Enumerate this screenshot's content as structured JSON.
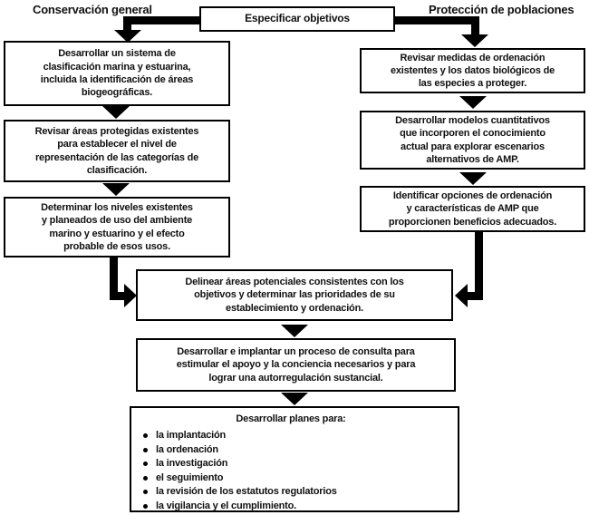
{
  "headers": {
    "left": "Conservación general",
    "right": "Protección de poblaciones"
  },
  "boxes": {
    "objectives": "Especificar objetivos",
    "left": [
      "Desarrollar un sistema de\nclasificación marina y estuarina,\nincluida la identificación de áreas\nbiogeográficas.",
      "Revisar áreas protegidas existentes\npara establecer el nivel de\nrepresentación de las categorías de\nclasificación.",
      "Determinar los niveles existentes\ny planeados de uso del ambiente\nmarino y estuarino y el efecto\nprobable de esos usos."
    ],
    "right": [
      "Revisar medidas de ordenación\nexistentes y los datos biológicos de\nlas especies a proteger.",
      "Desarrollar modelos cuantitativos\nque incorporen el conocimiento\nactual para explorar escenarios\nalternativos de AMP.",
      "Identificar opciones de ordenación\ny características de AMP que\nproporcionen beneficios adecuados."
    ],
    "center": [
      "Delinear áreas potenciales consistentes con los\nobjetivos y determinar las prioridades de su\nestablecimiento y ordenación.",
      "Desarrollar e implantar un proceso de consulta para\nestimular el apoyo y la conciencia necesarios y para\nlograr una autorregulación sustancial."
    ],
    "plans": {
      "title": "Desarrollar planes para:",
      "items": [
        "la implantación",
        "la ordenación",
        "la investigación",
        "el seguimiento",
        "la revisión de los estatutos regulatorios",
        "la vigilancia y el cumplimiento."
      ]
    }
  },
  "colors": {
    "line": "#000000",
    "background": "#ffffff",
    "text": "#111111"
  }
}
